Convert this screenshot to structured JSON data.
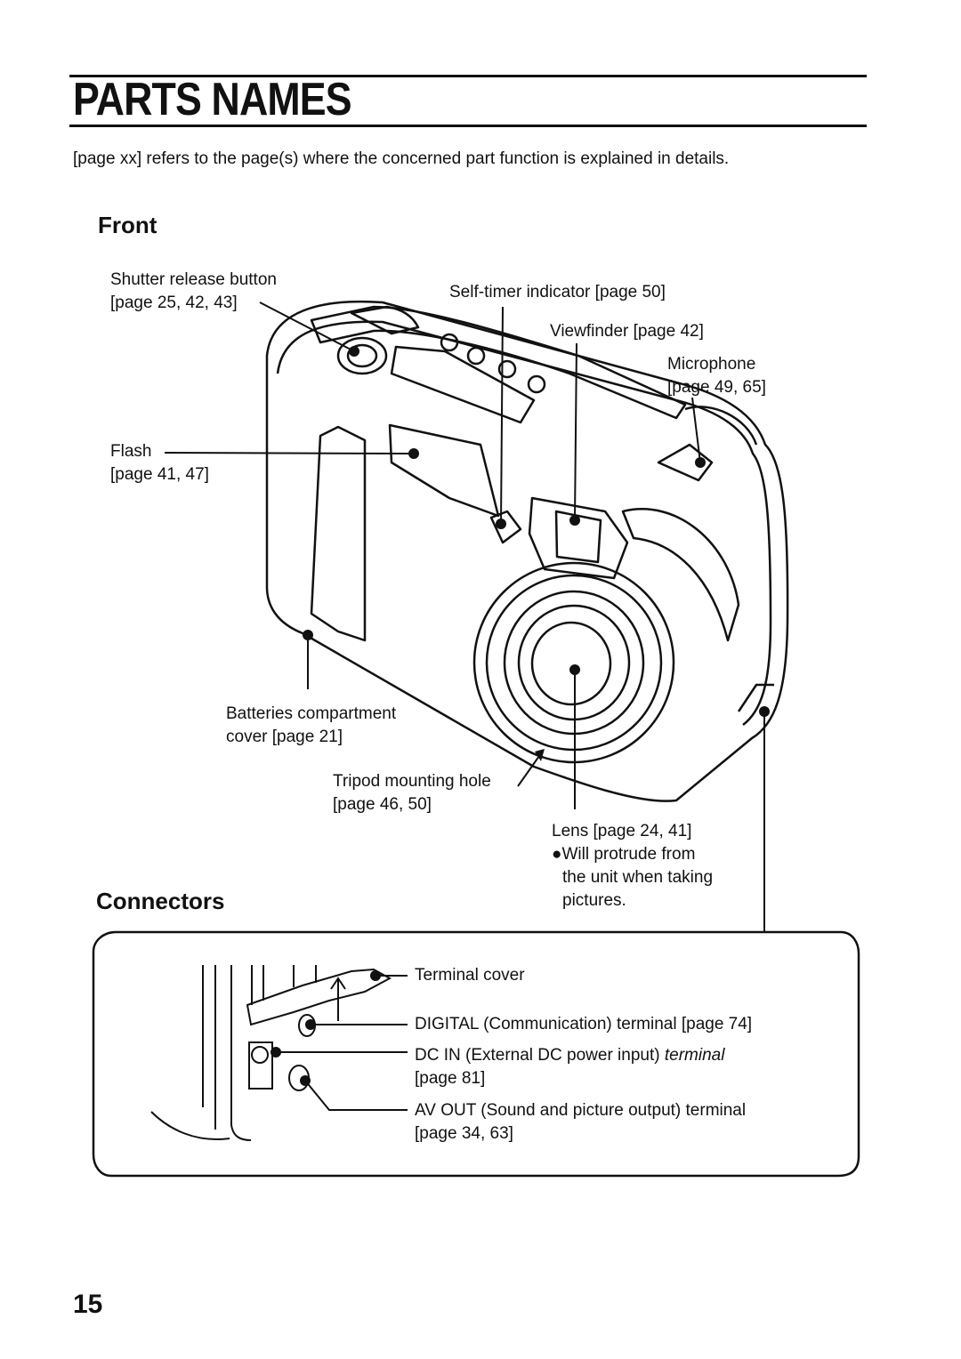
{
  "title": "PARTS NAMES",
  "intro": "[page xx] refers to the page(s) where the concerned part function is explained in details.",
  "front": {
    "heading": "Front",
    "shutter": {
      "line1": "Shutter release button",
      "line2": "[page 25, 42, 43]"
    },
    "selftimer": "Self-timer indicator [page 50]",
    "viewfinder": "Viewfinder [page 42]",
    "microphone": {
      "line1": "Microphone",
      "line2": "[page 49, 65]"
    },
    "flash": {
      "line1": "Flash",
      "line2": "[page 41, 47]"
    },
    "battery": {
      "line1": "Batteries compartment",
      "line2": "cover [page 21]"
    },
    "tripod": {
      "line1": "Tripod mounting hole",
      "line2": "[page 46, 50]"
    },
    "lens": {
      "line1": "Lens [page 24, 41]",
      "line2": "●Will protrude from",
      "line3": "the unit when taking",
      "line4": "pictures."
    }
  },
  "connectors": {
    "heading": "Connectors",
    "terminal_cover": "Terminal cover",
    "digital": "DIGITAL (Communication) terminal [page 74]",
    "dcin": {
      "line1a": "DC IN (External DC power input) ",
      "line1b": "terminal",
      "line2": "[page 81]"
    },
    "avout": {
      "line1": "AV OUT (Sound and picture output) terminal",
      "line2": "[page 34, 63]"
    }
  },
  "page_number": "15"
}
